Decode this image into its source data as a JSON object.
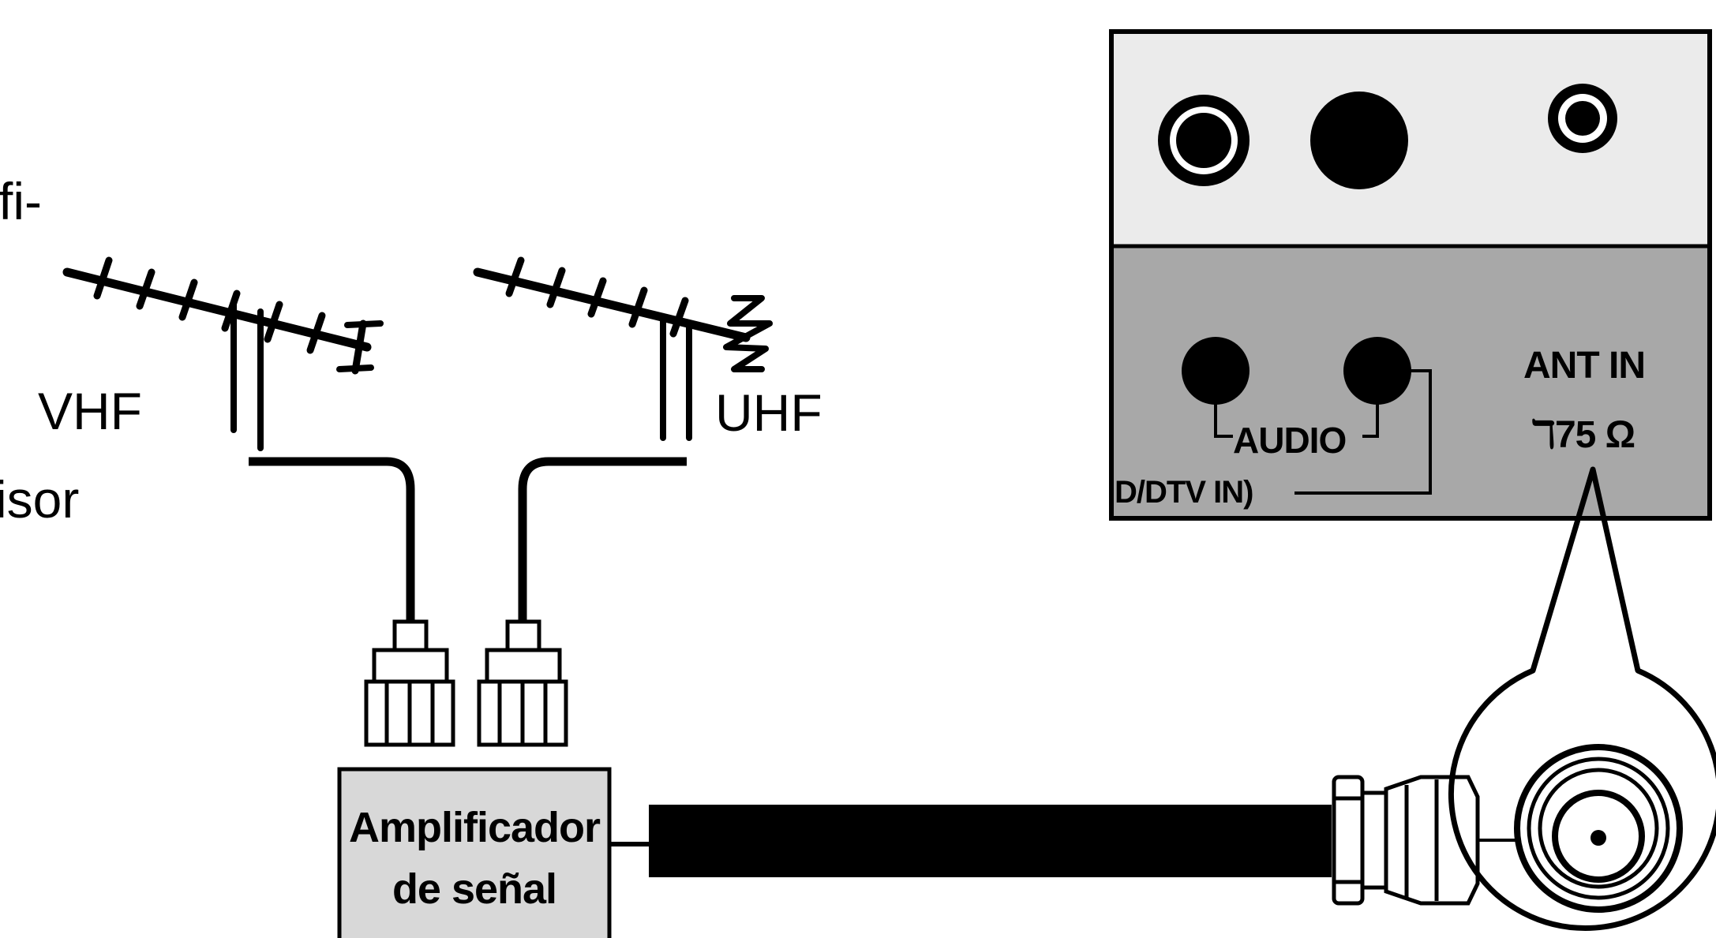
{
  "page_text": {
    "left_fragment_1": "fi-",
    "left_fragment_2": "isor"
  },
  "antennas": {
    "vhf_label": "VHF",
    "uhf_label": "UHF"
  },
  "amplifier": {
    "line1": "Amplificador",
    "line2": "de señal"
  },
  "tv_panel": {
    "audio_label": "AUDIO",
    "dtv_label": "D/DTV IN)",
    "ant_in_label": "ANT IN",
    "impedance_label": "75 Ω"
  },
  "colors": {
    "panel_top": "#ebebeb",
    "panel_bottom": "#a8a8a8",
    "amplifier_box": "#d8d8d8",
    "ink": "#000000"
  }
}
